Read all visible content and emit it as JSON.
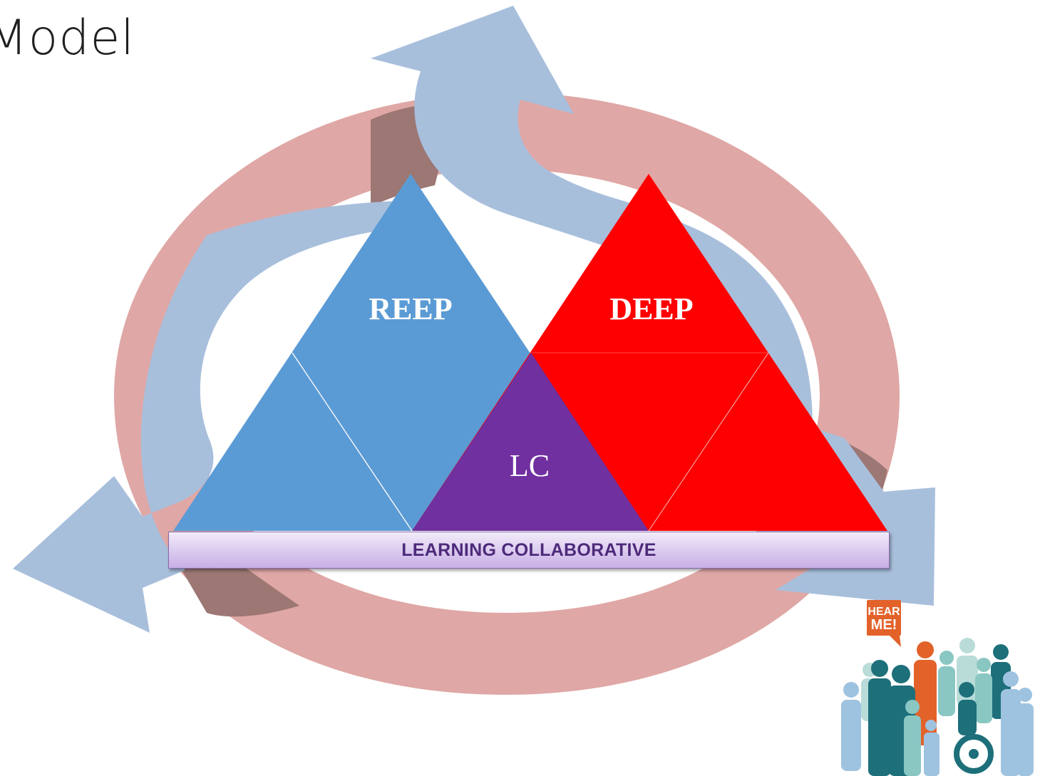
{
  "slide": {
    "title": "Model"
  },
  "diagram": {
    "left_triangle_label": "REEP",
    "right_triangle_label": "DEEP",
    "center_triangle_label": "LC",
    "bar_label": "LEARNING COLLABORATIVE"
  },
  "logo": {
    "line1": "HEAR",
    "line2": "ME!"
  },
  "colors": {
    "cycle_ring": "#dfa7a5",
    "cycle_ring_shadow": "#9c7774",
    "arrows": "#a8bfdc",
    "reep_blue": "#5b9bd5",
    "deep_red": "#ff0000",
    "lc_purple": "#7030a0",
    "bar_text": "#4d2a7a",
    "logo_orange": "#e2622a",
    "logo_teal": "#1d6f7a"
  }
}
